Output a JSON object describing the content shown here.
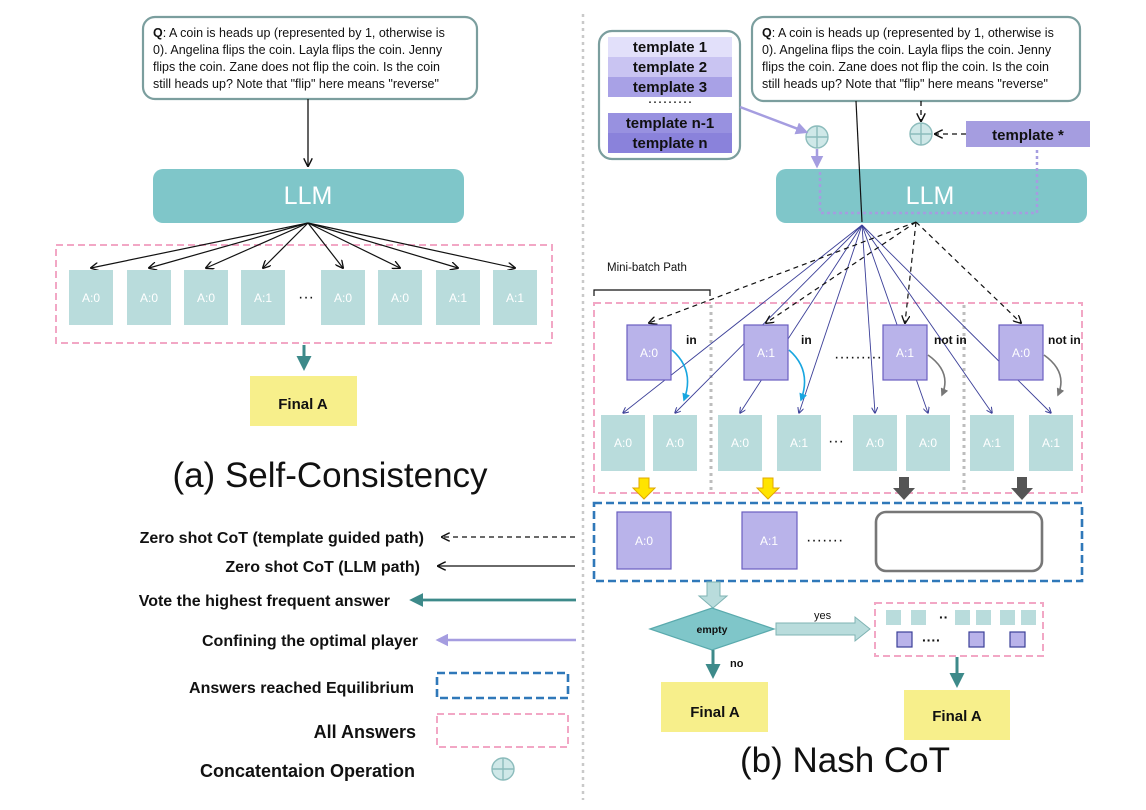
{
  "question": {
    "label": "Q",
    "lines": [
      ": A coin is heads up (represented by 1, otherwise is",
      "0). Angelina flips the coin. Layla flips the coin. Jenny",
      "flips the coin. Zane does not flip the coin. Is the coin",
      "still heads up? Note that \"flip\" here means \"reverse\""
    ]
  },
  "llm_label": "LLM",
  "self_consistency": {
    "answers": [
      "A:0",
      "A:0",
      "A:0",
      "A:1",
      "A:0",
      "A:0",
      "A:1",
      "A:1"
    ],
    "ellipsis": "···",
    "final": "Final A",
    "caption": "(a) Self-Consistency"
  },
  "nash": {
    "templates": [
      "template 1",
      "template 2",
      "template 3",
      "·········",
      "template n-1",
      "template n"
    ],
    "template_star": "template *",
    "minibatch_label": "Mini-batch Path",
    "players": [
      "A:0",
      "A:1",
      "A:1",
      "A:0"
    ],
    "in_labels": [
      "in",
      "in",
      "not in",
      "not in"
    ],
    "dots_between_players": "·········",
    "samples": [
      "A:0",
      "A:0",
      "A:0",
      "A:1",
      "A:0",
      "A:0",
      "A:1",
      "A:1"
    ],
    "samples_ellipsis": "···",
    "equilibrium": [
      "A:0",
      "A:1"
    ],
    "equilibrium_dots": "·······",
    "decision": "empty",
    "yes": "yes",
    "no": "no",
    "fallback_dots_top": "··",
    "fallback_dots_bottom": "····",
    "final_left": "Final A",
    "final_right": "Final A",
    "caption": "(b) Nash CoT"
  },
  "legend": [
    {
      "label": "Zero shot CoT (template guided path)"
    },
    {
      "label": "Zero shot CoT (LLM path)"
    },
    {
      "label": "Vote the highest frequent answer"
    },
    {
      "label": "Confining the optimal player"
    },
    {
      "label": "Answers reached Equilibrium"
    },
    {
      "label": "All Answers"
    },
    {
      "label": "Concatentaion Operation"
    }
  ],
  "colors": {
    "teal": "#7fc6c9",
    "teal_light": "#b9dcdc",
    "purple": "#b9b3ea",
    "purple_dark": "#6a5fc0",
    "pink": "#f2a7c5",
    "blue_dash": "#2f78b9",
    "yellow": "#f7ef8b",
    "vote_arrow": "#3d8a8a"
  }
}
